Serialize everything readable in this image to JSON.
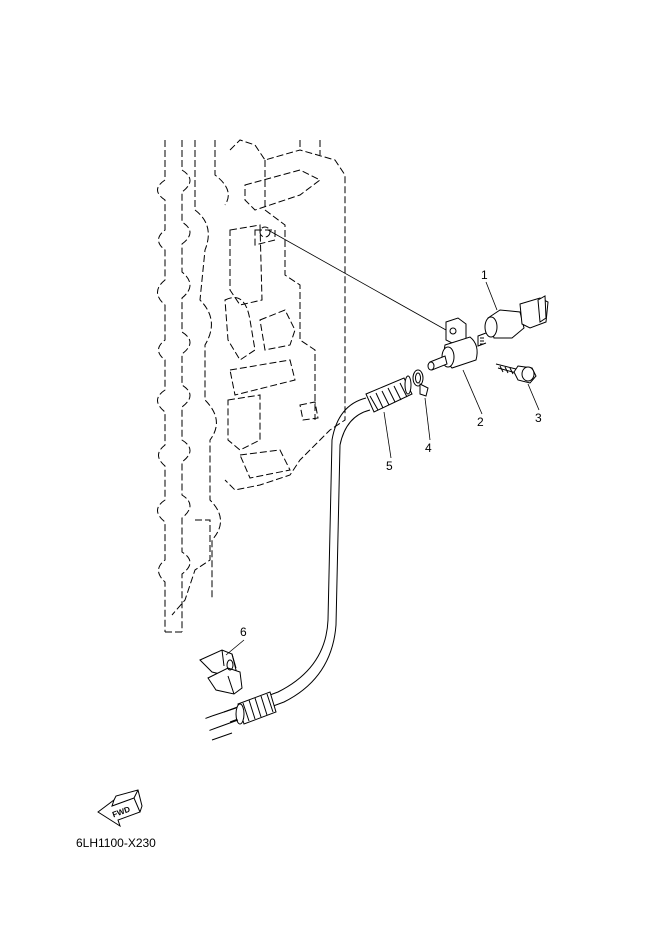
{
  "diagram": {
    "callouts": [
      {
        "id": "1"
      },
      {
        "id": "2"
      },
      {
        "id": "3"
      },
      {
        "id": "4"
      },
      {
        "id": "5"
      },
      {
        "id": "6"
      }
    ],
    "fwd_label": "FWD",
    "figure_code": "6LH1100-X230"
  }
}
